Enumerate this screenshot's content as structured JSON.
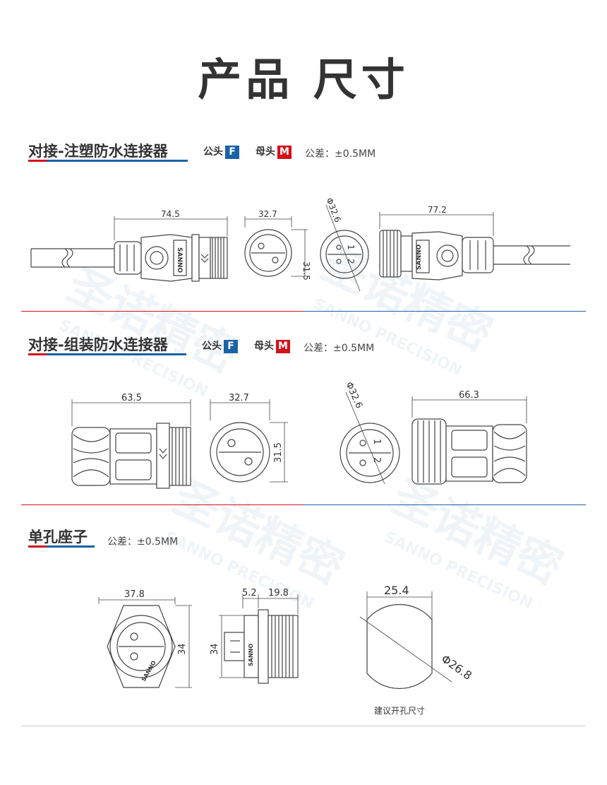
{
  "page_title": "产品 尺寸",
  "colors": {
    "blue": "#1a62a8",
    "red": "#d4111a",
    "text": "#333333",
    "line": "#444444"
  },
  "watermark": {
    "brand": "圣诺精密",
    "sub": "SANNO PRECISION"
  },
  "section1": {
    "title": "对接-注塑防水连接器",
    "male_label": "公头",
    "male_badge": "F",
    "female_label": "母头",
    "female_badge": "M",
    "tolerance": "公差：±0.5MM",
    "dims": {
      "plug_length": "74.5",
      "face_width": "32.7",
      "face_height": "31.5",
      "socket_dia": "Φ32.6",
      "socket_length": "77.2"
    },
    "pin_labels": [
      "1",
      "2"
    ],
    "logo_text": "SANNO"
  },
  "section2": {
    "title": "对接-组装防水连接器",
    "male_label": "公头",
    "male_badge": "F",
    "female_label": "母头",
    "female_badge": "M",
    "tolerance": "公差：±0.5MM",
    "dims": {
      "plug_length": "63.5",
      "face_width": "32.7",
      "face_height": "31.5",
      "socket_dia": "Φ32.6",
      "socket_length": "66.3"
    },
    "pin_labels": [
      "1",
      "2"
    ]
  },
  "section3": {
    "title": "单孔座子",
    "tolerance": "公差：±0.5MM",
    "dims": {
      "flange_width": "37.8",
      "flange_height": "34",
      "side_height": "34",
      "side_a": "5.2",
      "side_b": "19.8",
      "cut_width": "25.4",
      "cut_dia": "Φ26.8"
    },
    "logo_text": "SANNO",
    "cutout_caption": "建议开孔尺寸"
  }
}
